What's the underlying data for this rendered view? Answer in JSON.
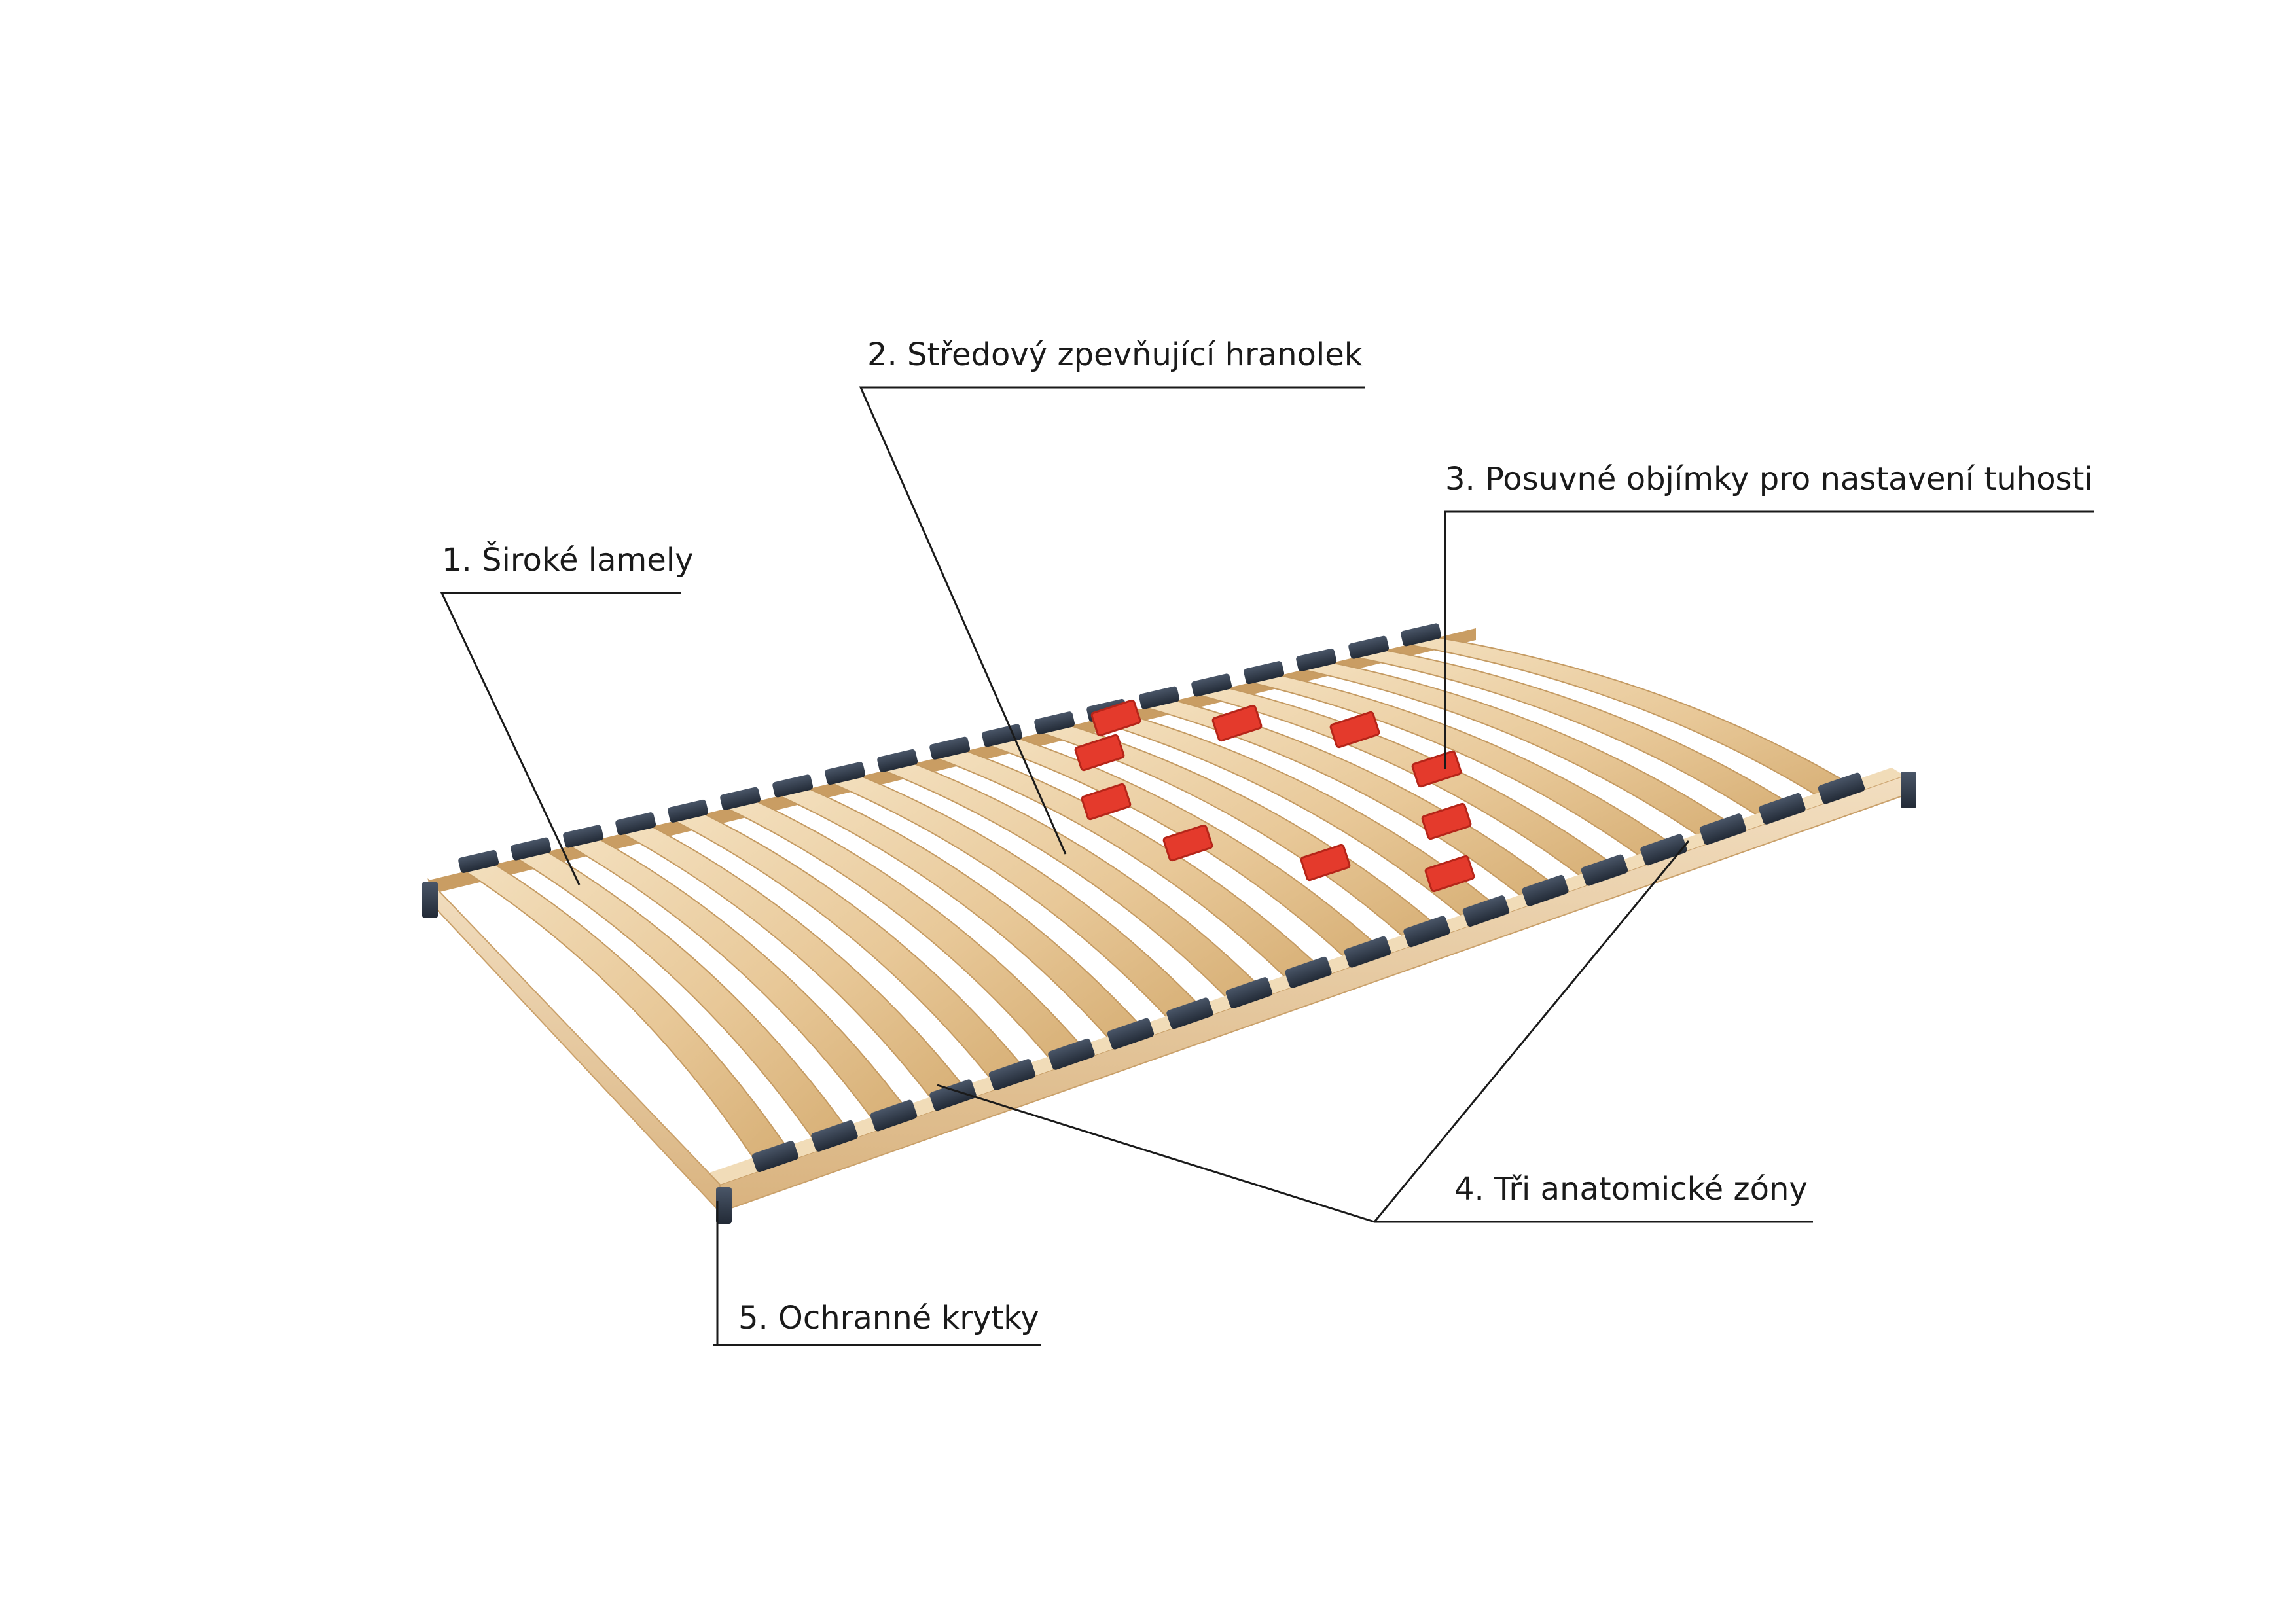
{
  "labels": {
    "wide_slats": "1. Široké lamely",
    "center_beam": "2. Středový zpevňující hranolek",
    "sliding_sleeves": "3. Posuvné objímky pro nastavení tuhosti",
    "anatomic_zones": "4. Tři anatomické zóny",
    "protective_caps": "5. Ochranné krytky"
  },
  "colors": {
    "wood_light": "#f1dcb8",
    "wood_mid": "#e6c594",
    "wood_dark": "#c99d63",
    "cap": "#2b3442",
    "cap_highlight": "#4a5668",
    "sleeve_red": "#e43a2c",
    "sleeve_red_dark": "#b52519",
    "line": "#1a1a1a"
  }
}
